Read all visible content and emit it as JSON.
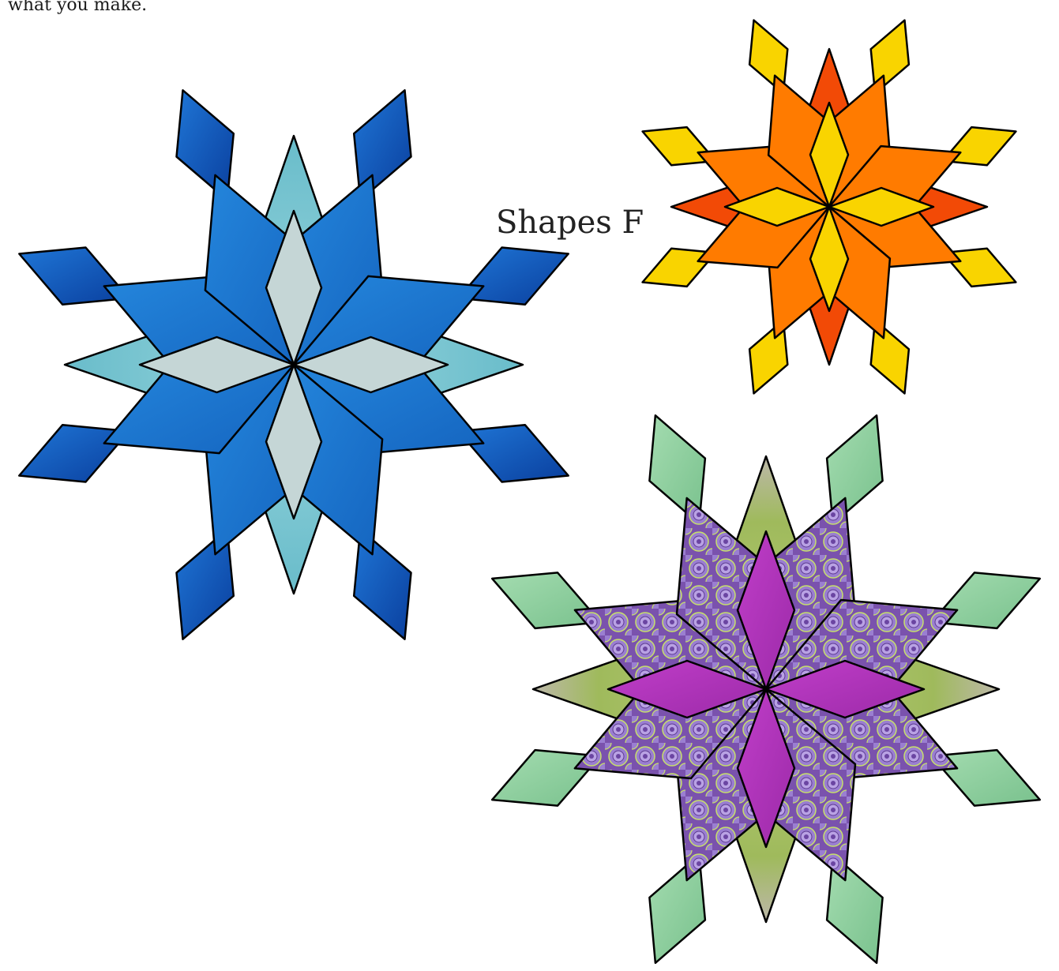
{
  "intro": {
    "text": "what you make."
  },
  "label": {
    "text": "Shapes F"
  },
  "designs": [
    {
      "name": "blue-snowflake",
      "colors": {
        "outer_diamonds": "#1e64c8",
        "outer_diamonds_dark": "#0d47a1",
        "big_star": "#7ec8d3",
        "eight_point_star": "#1976d2",
        "center_diamonds": "#c5d6d6",
        "outline": "#000000"
      }
    },
    {
      "name": "orange-snowflake",
      "colors": {
        "outer_diamonds": "#f9d400",
        "big_star": "#f24a06",
        "eight_point_star": "#ff7b00",
        "center_diamonds": "#f9d400",
        "outline": "#000000"
      }
    },
    {
      "name": "purple-green-snowflake",
      "colors": {
        "outer_diamonds": "#8fcf9f",
        "big_star": "#a9c46a",
        "big_star_accent": "#c9a0d8",
        "eight_point_star": "#8a62b8",
        "eight_point_star_accent": "#b89adf",
        "center_diamonds": "#b42fbd",
        "outline": "#000000"
      }
    }
  ]
}
